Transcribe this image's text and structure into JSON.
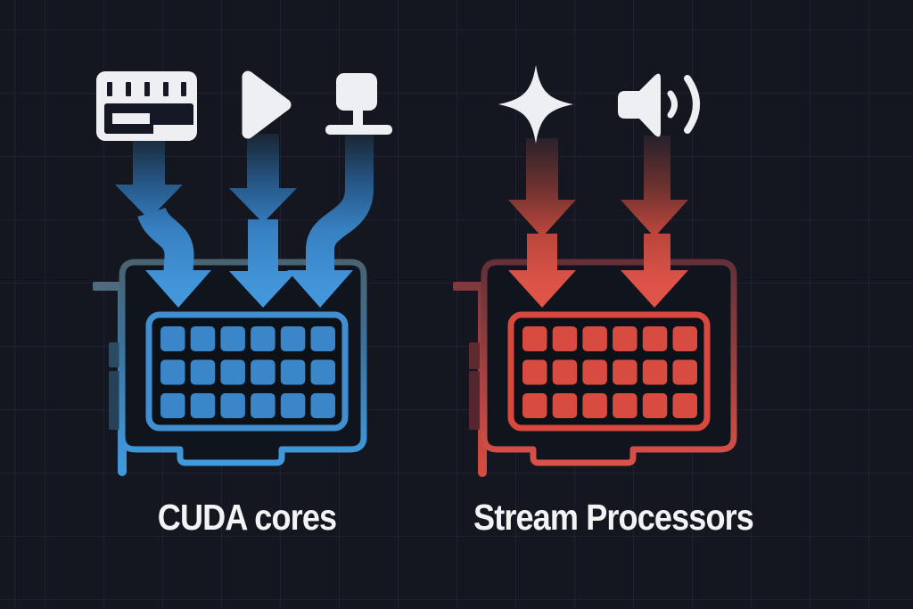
{
  "diagram": {
    "background_color": "#14171f",
    "grid_line_color": "#1e2230",
    "panels": [
      {
        "label": "CUDA cores",
        "accent_color": "#3f8fd2",
        "core_color": "#3a86c8",
        "input_icons": [
          "memory-module-icon",
          "play-icon",
          "display-icon"
        ],
        "arrow_count": 3,
        "core_grid": {
          "cols": 6,
          "rows": 3,
          "count": 18
        }
      },
      {
        "label": "Stream Processors",
        "accent_color": "#d84b40",
        "core_color": "#d84b40",
        "input_icons": [
          "sparkle-icon",
          "speaker-icon"
        ],
        "arrow_count": 2,
        "core_grid": {
          "cols": 6,
          "rows": 3,
          "count": 18
        }
      }
    ]
  }
}
